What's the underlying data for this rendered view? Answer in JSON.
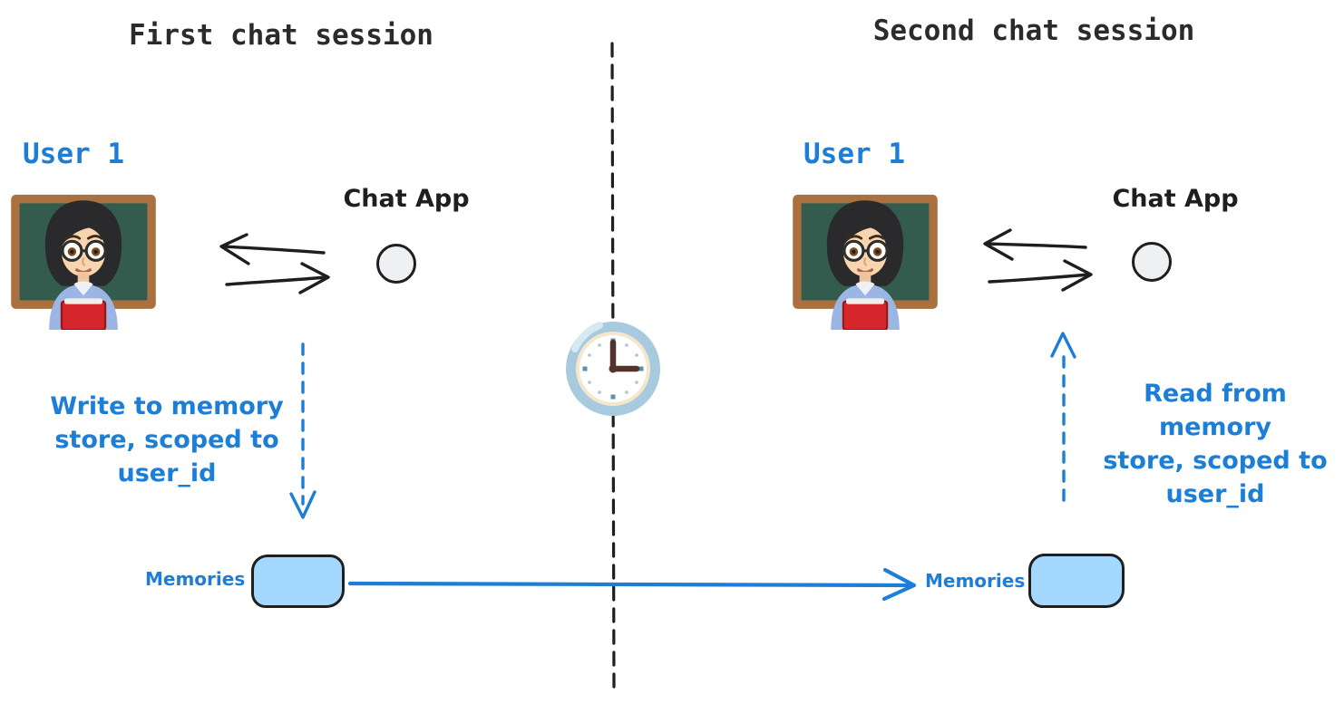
{
  "titles": {
    "first": "First chat session",
    "second": "Second chat session"
  },
  "left_session": {
    "user_label": "User 1",
    "chat_app_label": "Chat App",
    "note_lines": [
      "Write to memory",
      "store, scoped to",
      "user_id"
    ],
    "memories_label": "Memories"
  },
  "right_session": {
    "user_label": "User 1",
    "chat_app_label": "Chat App",
    "note_lines": [
      "Read from memory",
      "store, scoped to",
      "user_id"
    ],
    "memories_label": "Memories"
  },
  "icons": {
    "user": "woman-teacher-emoji",
    "clock": "clock-three-oclock-emoji",
    "chat_app_node": "circle-node"
  },
  "colors": {
    "accent_blue": "#1c7ed6",
    "ink": "#1e1e1e",
    "memory_box_fill": "#a5d8ff",
    "node_fill": "#eef0f1",
    "clock_ring": "#a7cade",
    "clock_tick": "#5b93a8",
    "clock_hand": "#53342a"
  }
}
